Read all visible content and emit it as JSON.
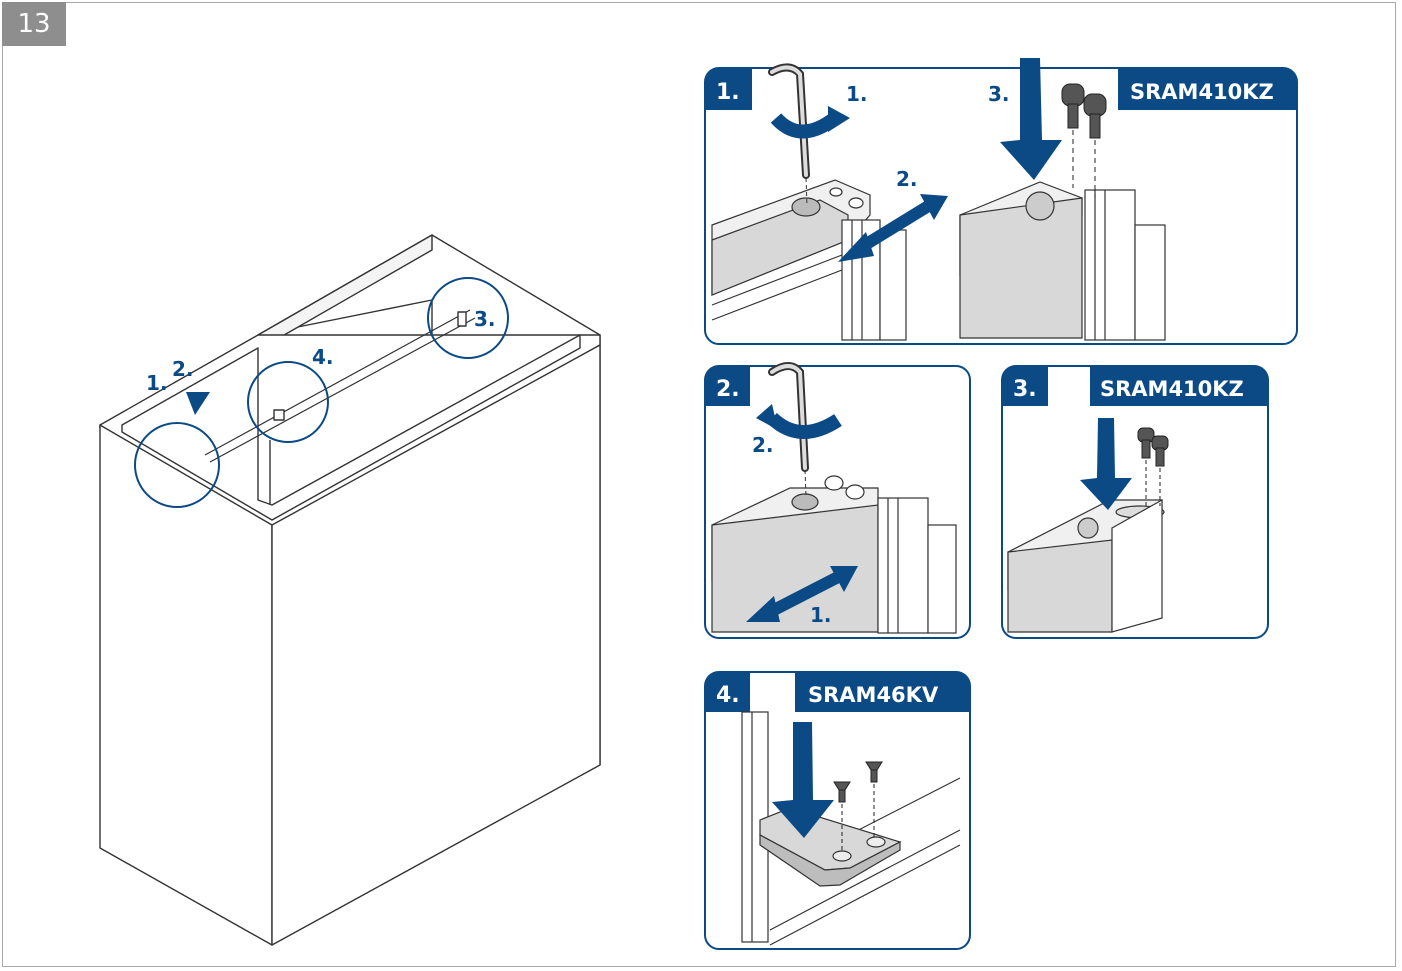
{
  "step_number": "13",
  "overview": {
    "label_1": "1.",
    "label_2": "2.",
    "label_3": "3.",
    "label_4": "4."
  },
  "panel_a": {
    "number": "1.",
    "code": "SRAM410KZ",
    "step_1": "1.",
    "step_2": "2.",
    "step_3": "3."
  },
  "panel_b": {
    "number": "2.",
    "step_1": "1.",
    "step_2": "2."
  },
  "panel_c": {
    "number": "3.",
    "code": "SRAM410KZ"
  },
  "panel_d": {
    "number": "4.",
    "code": "SRAM46KV"
  },
  "colors": {
    "accent_blue": "#0b4a85",
    "outline": "#333333",
    "panel_fill": "#d8d8d8"
  }
}
